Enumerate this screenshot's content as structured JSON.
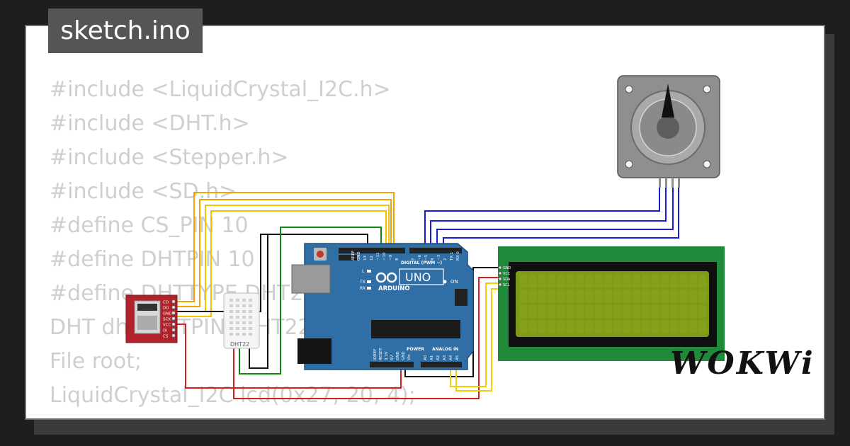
{
  "tab": {
    "filename": "sketch.ino"
  },
  "code_lines": [
    "#include <LiquidCrystal_I2C.h>",
    "#include <DHT.h>",
    "#include <Stepper.h>",
    "#include <SD.h>",
    "#define CS_PIN 10",
    "#define DHTPIN 10",
    "#define DHTTYPE DHT22",
    "DHT dht(DHTPIN, DHT22",
    "File root;",
    "LiquidCrystal_I2C lcd(0x27, 20, 4);",
    "                                   "
  ],
  "brand": {
    "logo": "WOKWi"
  },
  "arduino": {
    "uno_label": "UNO",
    "arduino_label": "ARDUINO",
    "digital_label": "DIGITAL (PWM ~)",
    "power_label": "POWER",
    "analog_label": "ANALOG IN",
    "on_label": "ON",
    "l_label": "L",
    "tx_label": "TX",
    "rx_label": "RX",
    "aref": "AREF",
    "gnd": "GND",
    "top_pins": [
      "13",
      "12",
      "~11",
      "~10",
      "~9",
      "8",
      "7",
      "~6",
      "~5",
      "4",
      "~3",
      "2",
      "TX 1",
      "RX 0"
    ],
    "power_pins": [
      "IOREF",
      "RESET",
      "3.3V",
      "5V",
      "GND",
      "GND",
      "Vin"
    ],
    "analog_pins": [
      "A0",
      "A1",
      "A2",
      "A3",
      "A4",
      "A5"
    ]
  },
  "sd_module": {
    "pins": [
      "CD",
      "DO",
      "GND",
      "SCK",
      "VCC",
      "DI",
      "CS"
    ]
  },
  "dht": {
    "label": "DHT22"
  },
  "lcd": {
    "pins": [
      "GND",
      "VCC",
      "SDA",
      "SCL"
    ]
  },
  "colors": {
    "page_bg": "#1e1e1e",
    "card_bg": "#ffffff",
    "tab_bg": "#555555",
    "code_text": "#cfcfcf",
    "arduino_blue": "#2f6fa6",
    "lcd_green": "#1f8a3a",
    "lcd_screen": "#7f9a16",
    "sd_red": "#b2222a",
    "wire_orange": "#f0a500",
    "wire_yellow": "#f2d000",
    "wire_blue": "#1a1adb",
    "wire_red": "#d81e1e",
    "wire_green": "#0a8a0a",
    "wire_black": "#111111"
  }
}
